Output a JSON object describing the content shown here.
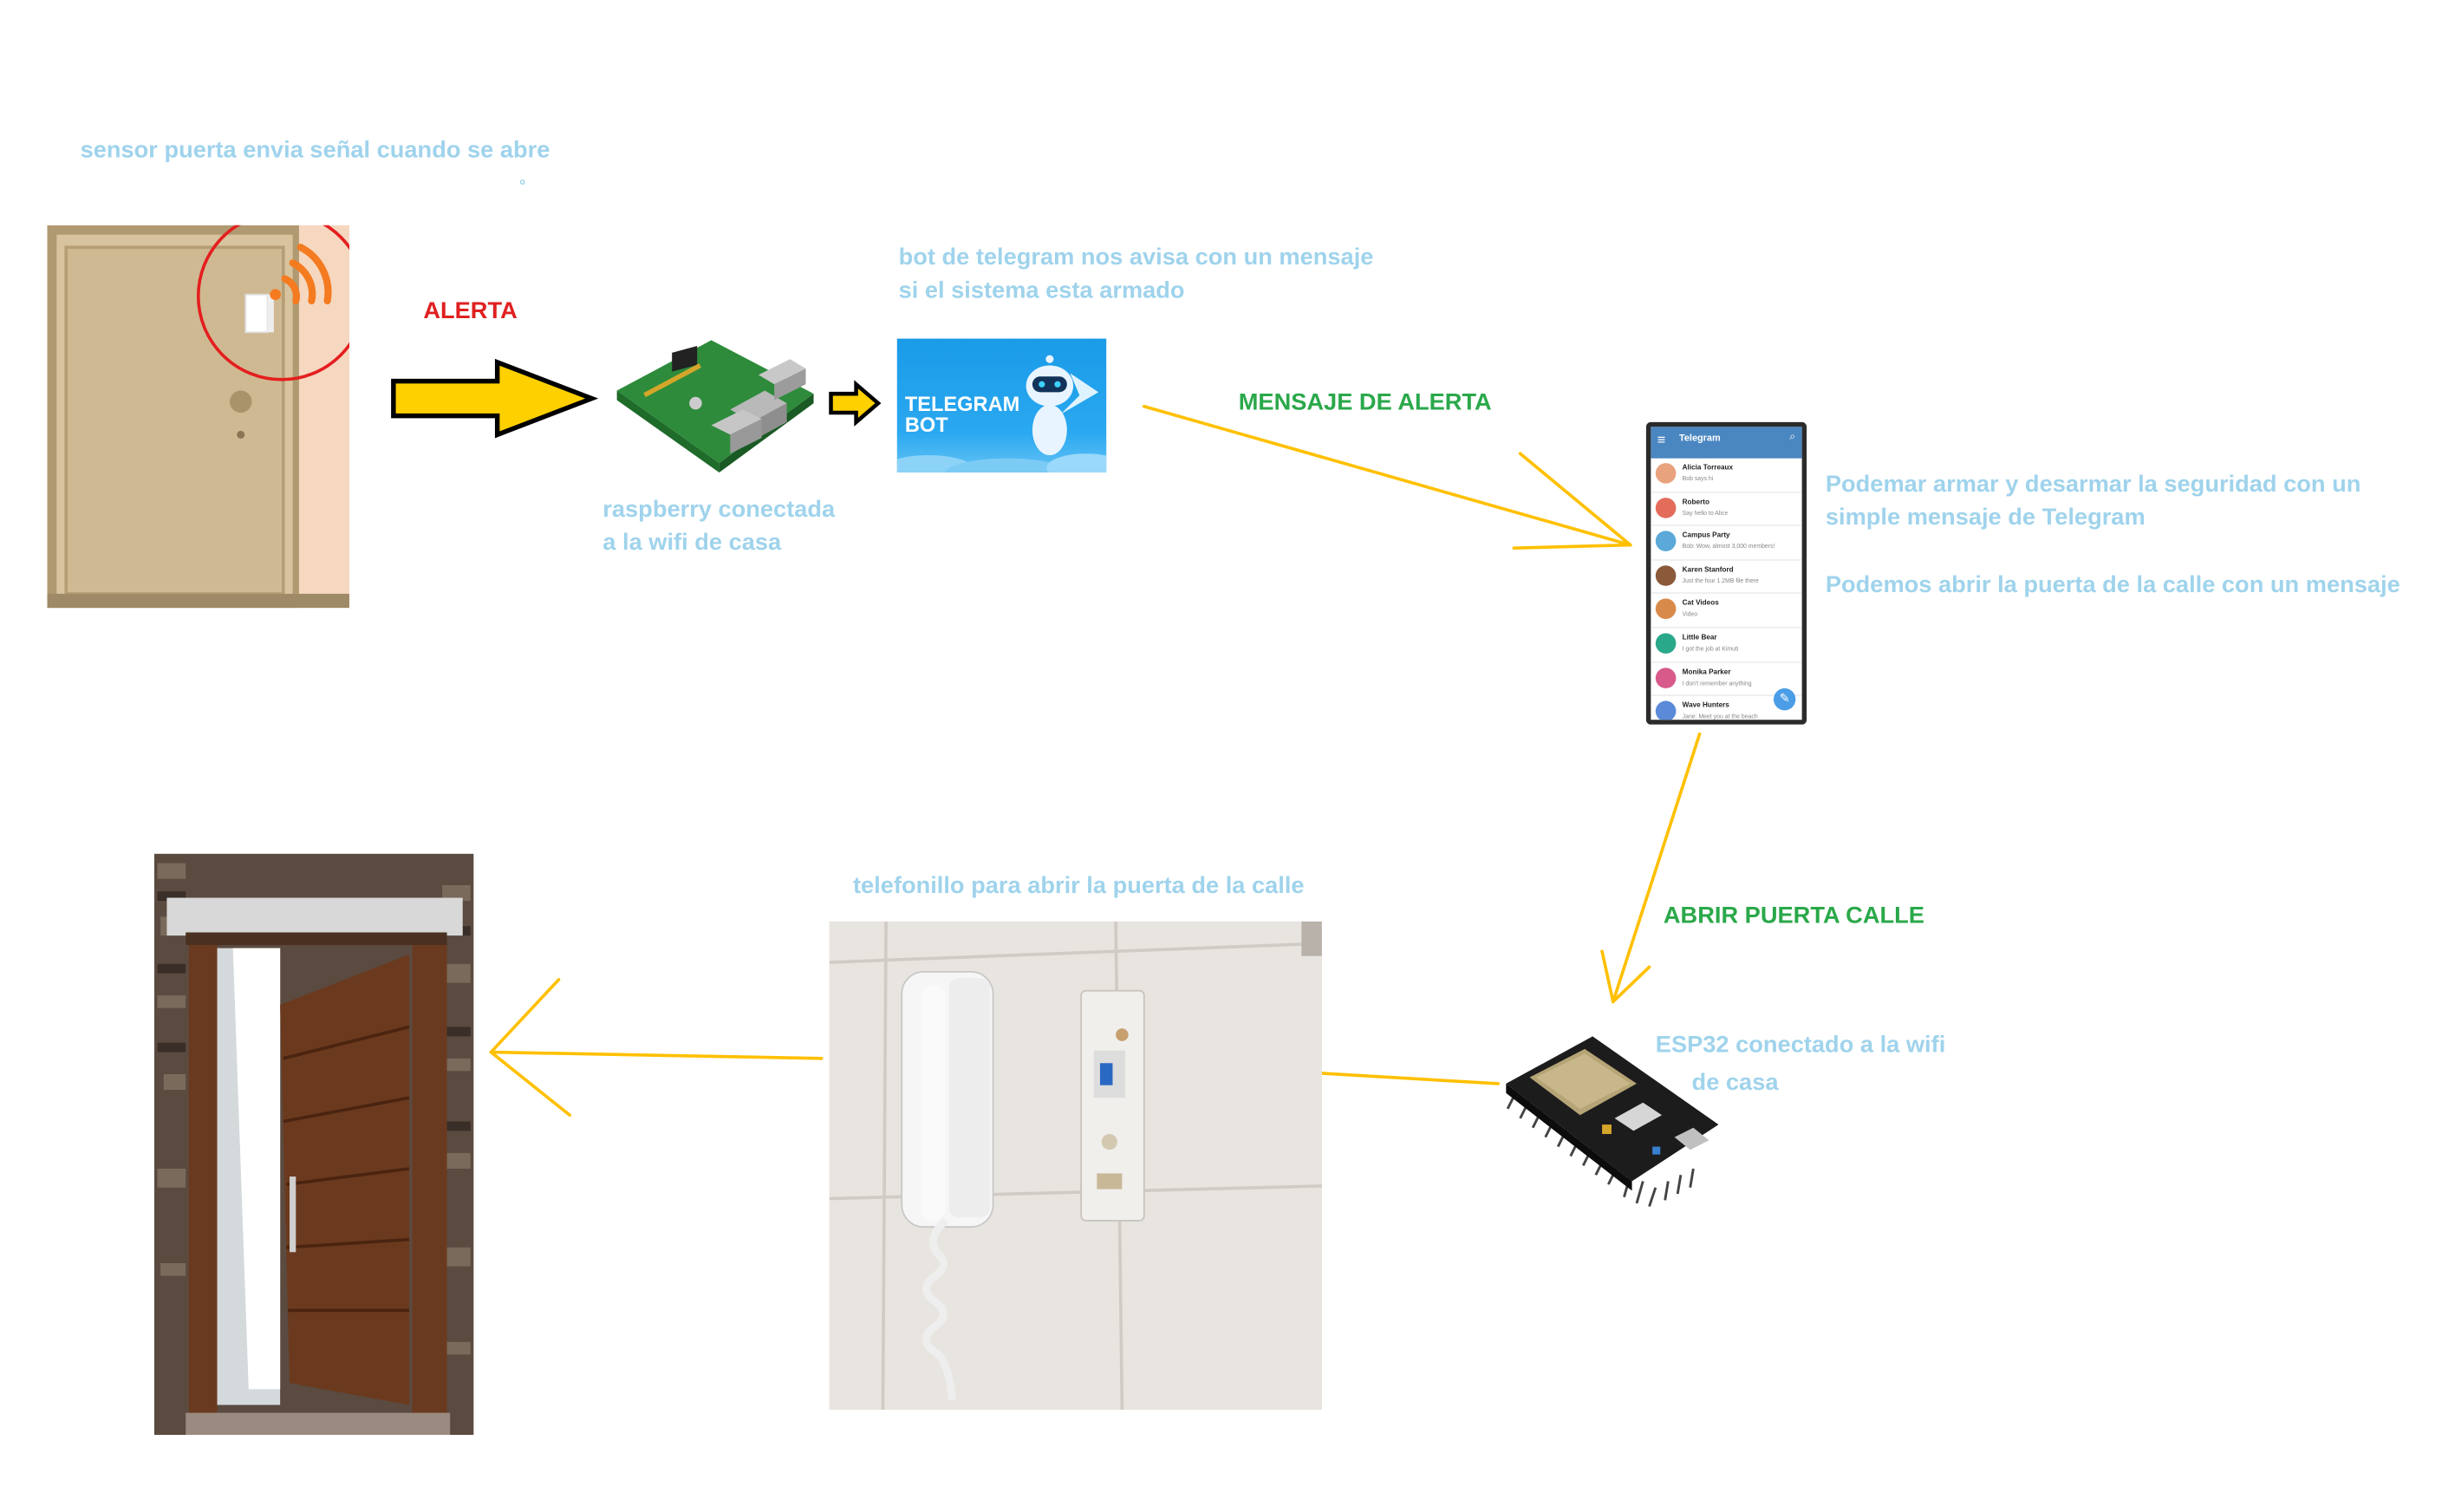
{
  "labels": {
    "door_sensor": "sensor puerta envia señal cuando se abre",
    "door_sensor_dot": "°",
    "alert": "ALERTA",
    "raspberry_1": "raspberry conectada",
    "raspberry_2": "a la wifi de casa",
    "bot_1": "bot de telegram nos avisa con un mensaje",
    "bot_2": "si el sistema esta armado",
    "alert_message": "MENSAJE DE ALERTA",
    "arm_1": "Podemar armar y desarmar la seguridad con un",
    "arm_2": "simple mensaje de Telegram",
    "open_msg": "Podemos abrir la puerta de la calle con un mensaje",
    "open_street": "ABRIR PUERTA CALLE",
    "esp_1": "ESP32 conectado a la wifi",
    "esp_2": "de casa",
    "intercom": "telefonillo para abrir la puerta de la calle"
  },
  "telegram_logo": {
    "line1": "TELEGRAM",
    "line2": "BOT"
  },
  "phone": {
    "app_title": "Telegram",
    "chats": [
      {
        "name": "Alicia Torreaux",
        "msg": "Bob says hi"
      },
      {
        "name": "Roberto",
        "msg": "Say hello to Alice"
      },
      {
        "name": "Campus Party",
        "msg": "Bob: Wow, almost 3,000 members!"
      },
      {
        "name": "Karen Stanford",
        "msg": "Just the four 1.2MB file there"
      },
      {
        "name": "Cat Videos",
        "msg": "Video"
      },
      {
        "name": "Little Bear",
        "msg": "I got the job at Kimuti"
      },
      {
        "name": "Monika Parker",
        "msg": "I don't remember anything"
      },
      {
        "name": "Wave Hunters",
        "msg": "Jane: Meet you at the beach"
      }
    ]
  },
  "colors": {
    "label_blue": "#9fd3ec",
    "alert_red": "#e02020",
    "status_green": "#2aa84a",
    "arrow_yellow": "#ffc000",
    "big_arrow_fill": "#ffd000"
  },
  "icons": [
    "door-icon",
    "wifi-signal-icon",
    "raspberry-pi-icon",
    "telegram-bot-icon",
    "smartphone-icon",
    "esp32-board-icon",
    "intercom-icon",
    "street-door-icon"
  ]
}
